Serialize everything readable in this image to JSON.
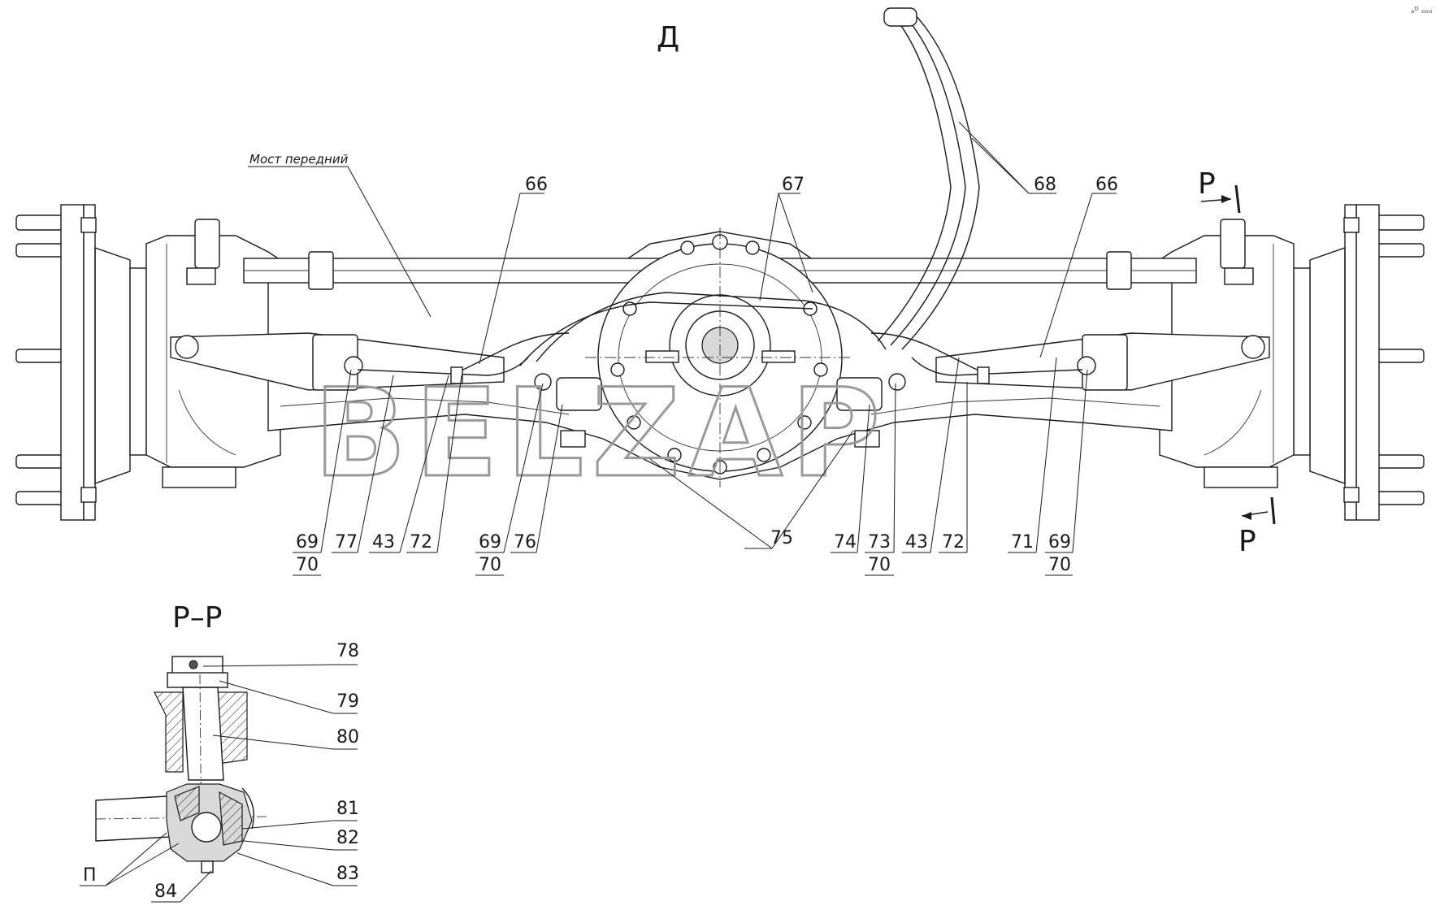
{
  "view_label": "Д",
  "section_label": "Р–Р",
  "cut_letter_top": "Р",
  "cut_letter_bottom": "Р",
  "note_text": "Мост передний",
  "watermark": "BELZAP",
  "corner_mark": "ₐᴰ ₒₒₒ",
  "callouts_main": [
    {
      "text": "66"
    },
    {
      "text": "67"
    },
    {
      "text": "68"
    },
    {
      "text": "66"
    },
    {
      "text": "69"
    },
    {
      "text": "70"
    },
    {
      "text": "77"
    },
    {
      "text": "43"
    },
    {
      "text": "72"
    },
    {
      "text": "69"
    },
    {
      "text": "70"
    },
    {
      "text": "76"
    },
    {
      "text": "75"
    },
    {
      "text": "74"
    },
    {
      "text": "73"
    },
    {
      "text": "70"
    },
    {
      "text": "43"
    },
    {
      "text": "72"
    },
    {
      "text": "71"
    },
    {
      "text": "69"
    },
    {
      "text": "70"
    }
  ],
  "callouts_section": [
    {
      "text": "78"
    },
    {
      "text": "79"
    },
    {
      "text": "80"
    },
    {
      "text": "81"
    },
    {
      "text": "82"
    },
    {
      "text": "83"
    },
    {
      "text": "84"
    },
    {
      "text": "П"
    }
  ]
}
